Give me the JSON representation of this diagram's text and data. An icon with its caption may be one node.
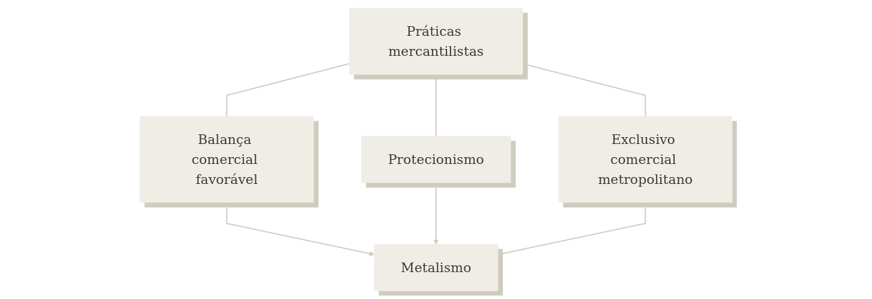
{
  "diagram": {
    "nodes": [
      {
        "text": [
          "Práticas mercantilistas"
        ]
      },
      {
        "text": [
          "Balança comercial favorável"
        ]
      },
      {
        "text": [
          "Protecionismo"
        ]
      },
      {
        "text": [
          "Exclusivo comercial metropolitano"
        ]
      },
      {
        "text": [
          "Metalismo"
        ]
      }
    ],
    "edges": [
      {
        "from": 0,
        "to": 1,
        "arrow": "none"
      },
      {
        "from": 0,
        "to": 2,
        "arrow": "none"
      },
      {
        "from": 0,
        "to": 3,
        "arrow": "none"
      },
      {
        "from": 1,
        "to": 4,
        "arrow": "to"
      },
      {
        "from": 2,
        "to": 4,
        "arrow": "to"
      },
      {
        "from": 3,
        "to": 4,
        "arrow": "to"
      }
    ]
  }
}
